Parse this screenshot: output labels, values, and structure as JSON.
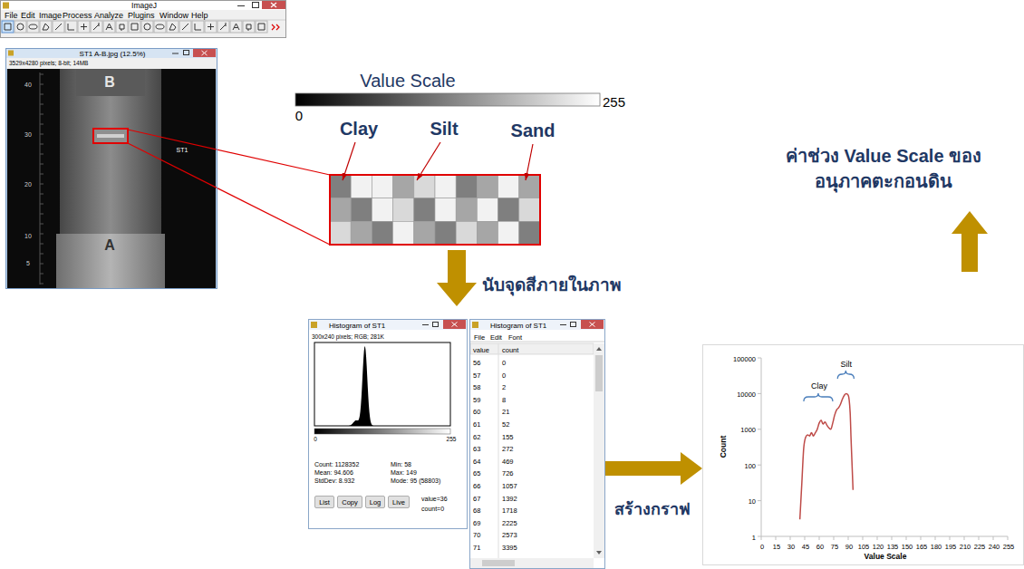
{
  "diagram": {
    "nodes": [
      {
        "text": [
          "ImageJ",
          "File",
          "Edit",
          "Image",
          "Process",
          "Analyze",
          "Plugins",
          "Window",
          "Help"
        ]
      },
      {
        "text": [
          "ST1 A-B.jpg (12.5%)",
          "3529x4280 pixels; 8-bit; 14MB",
          "B",
          "A",
          "ST1",
          "40",
          "30",
          "20",
          "10",
          "5"
        ]
      },
      {
        "text": [
          "Histogram of ST1",
          "300x240 pixels; RGB; 281K",
          "0",
          "255",
          "Count: 1128352",
          "Mean: 94.606",
          "StdDev: 8.932",
          "Min: 58",
          "Max: 149",
          "Mode: 95 (58803)",
          "value=36",
          "count=0"
        ]
      },
      {
        "text": [
          "List"
        ],
        "in": 2
      },
      {
        "text": [
          "Copy"
        ],
        "in": 2
      },
      {
        "text": [
          "Log"
        ],
        "in": 2
      },
      {
        "text": [
          "Live"
        ],
        "in": 2
      },
      {
        "text": [
          "Histogram of ST1",
          "File",
          "Edit",
          "Font",
          "value",
          "count",
          "56",
          "0",
          "57",
          "0",
          "58",
          "2",
          "59",
          "8",
          "60",
          "21",
          "61",
          "52",
          "62",
          "155",
          "63",
          "272",
          "64",
          "469",
          "65",
          "726",
          "66",
          "1057",
          "67",
          "1392",
          "68",
          "1718",
          "69",
          "2225",
          "70",
          "2573",
          "71",
          "3395"
        ]
      },
      {
        "text": [
          "100000",
          "10000",
          "1000",
          "100",
          "10",
          "1",
          "0",
          "15",
          "30",
          "45",
          "60",
          "75",
          "90",
          "105",
          "120",
          "135",
          "150",
          "165",
          "180",
          "195",
          "210",
          "225",
          "240",
          "255",
          "Count",
          "Value Scale",
          "Clay",
          "Silt"
        ]
      }
    ],
    "edges": [
      {
        "from": 7,
        "to": 8,
        "arrow": "to"
      }
    ],
    "labels": [
      "Value Scale",
      "0",
      "255",
      "Clay",
      "Silt",
      "Sand",
      "นับจุดสีภายในภาพ",
      "สร้างกราฟ",
      "ค่าช่วง Value Scale ของ อนุภาคตะกอนดิน"
    ]
  }
}
